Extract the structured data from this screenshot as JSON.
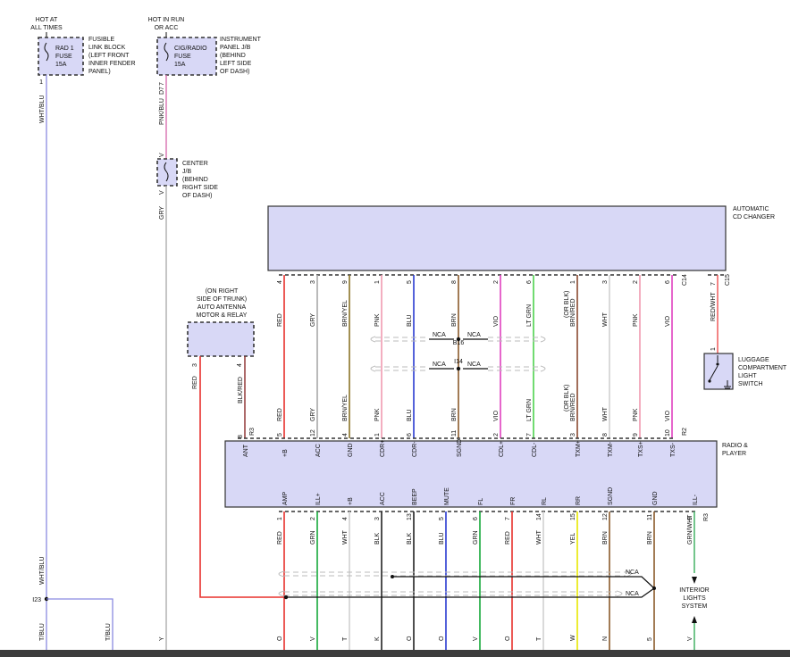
{
  "colors": {
    "box_fill": "#d8d8f6",
    "RED": "#e8302c",
    "GRY": "#a8a8a8",
    "BRN_YEL": "#8a7428",
    "PNK": "#f09ab0",
    "BLU": "#2a3bd0",
    "BRN": "#8a5a2a",
    "VIO": "#e040c0",
    "LT_GRN": "#4ed24e",
    "BRN_RED": "#8a4a30",
    "WHT": "#d0d0d0",
    "GRN": "#16a83a",
    "BLK": "#222222",
    "YEL": "#e8e800",
    "WHT_BLU": "#8a8ae0",
    "PNK_BLU": "#d870b0",
    "BLK_RED": "#8a2a2a",
    "RED_WHT": "#ee5050",
    "GRN_WHT": "#50b870"
  },
  "power": {
    "hot_at_all_times": [
      "HOT AT",
      "ALL TIMES"
    ],
    "hot_in_run": [
      "HOT IN RUN",
      "OR ACC"
    ]
  },
  "fuses": {
    "rad1": {
      "name": [
        "RAD 1",
        "FUSE",
        "15A"
      ],
      "location": [
        "FUSIBLE",
        "LINK BLOCK",
        "(LEFT FRONT",
        "INNER FENDER",
        "PANEL)"
      ],
      "pin": "1"
    },
    "cig_radio": {
      "name": [
        "CIG/RADIO",
        "FUSE",
        "15A"
      ],
      "location": [
        "INSTRUMENT",
        "PANEL J/B",
        "(BEHIND",
        "LEFT SIDE",
        "OF DASH)"
      ],
      "pin": "7",
      "connector": "D7"
    }
  },
  "center_jb": {
    "label": [
      "CENTER",
      "J/B",
      "(BEHIND",
      "RIGHT SIDE",
      "OF DASH)"
    ],
    "pin_top": "V",
    "pin_bottom": "V"
  },
  "cd_changer": {
    "label": [
      "AUTOMATIC",
      "CD CHANGER"
    ],
    "connector_main": "C14",
    "connector_side": "C15"
  },
  "antenna": {
    "label": [
      "(ON RIGHT",
      "SIDE OF TRUNK)",
      "AUTO ANTENNA",
      "MOTOR & RELAY"
    ],
    "pins": [
      "3",
      "4"
    ]
  },
  "luggage_switch": {
    "label": [
      "LUGGAGE",
      "COMPARTMENT",
      "LIGHT",
      "SWITCH"
    ],
    "pin": "1"
  },
  "radio": {
    "label": [
      "RADIO &",
      "PLAYER"
    ],
    "connector_top": "R2",
    "connector_ant": "R3",
    "connector_bottom": "R3",
    "top_terms": [
      "ANT",
      "+B",
      "ACC",
      "GND",
      "CDR+",
      "CDR-",
      "SGND",
      "CDL+",
      "CDL-",
      "TXM+",
      "TXM-",
      "TXS+",
      "TXS-"
    ],
    "bottom_terms": [
      "AMP",
      "ILL+",
      "+B",
      "ACC",
      "BEEP",
      "MUTE",
      "FL",
      "FR",
      "RL",
      "RR",
      "SGND",
      "GND",
      "ILL-"
    ]
  },
  "upper_wires": [
    {
      "color": "RED",
      "cd_pin": "4",
      "radio_pin": "5"
    },
    {
      "color": "GRY",
      "cd_pin": "3",
      "radio_pin": "12"
    },
    {
      "color": "BRN/YEL",
      "cd_pin": "9",
      "radio_pin": "4"
    },
    {
      "color": "PNK",
      "cd_pin": "1",
      "radio_pin": "1"
    },
    {
      "color": "BLU",
      "cd_pin": "5",
      "radio_pin": "6"
    },
    {
      "color": "BRN",
      "cd_pin": "8",
      "radio_pin": "11"
    },
    {
      "color": "VIO",
      "cd_pin": "2",
      "radio_pin": "2"
    },
    {
      "color": "LT GRN",
      "cd_pin": "6",
      "radio_pin": "7"
    },
    {
      "color": "BRN/RED",
      "note": "(OR BLK)",
      "cd_pin": "1",
      "radio_pin": "3"
    },
    {
      "color": "WHT",
      "cd_pin": "3",
      "radio_pin": "8"
    },
    {
      "color": "PNK",
      "cd_pin": "2",
      "radio_pin": "9"
    },
    {
      "color": "VIO",
      "cd_pin": "6",
      "radio_pin": "10"
    }
  ],
  "ant_wire": {
    "color": "BLK/RED",
    "radio_pin": "8"
  },
  "antenna_red_wire": {
    "color": "RED"
  },
  "luggage_wire": {
    "color": "RED/WHT",
    "pin": "7"
  },
  "shields": {
    "label": "NCA",
    "splices": [
      "B16",
      "I14"
    ]
  },
  "lower_wires": [
    {
      "pin": "1",
      "color": "RED"
    },
    {
      "pin": "2",
      "color": "GRN"
    },
    {
      "pin": "4",
      "color": "WHT"
    },
    {
      "pin": "3",
      "color": "BLK"
    },
    {
      "pin": "13",
      "color": "BLK"
    },
    {
      "pin": "5",
      "color": "BLU"
    },
    {
      "pin": "6",
      "color": "GRN"
    },
    {
      "pin": "7",
      "color": "RED"
    },
    {
      "pin": "14",
      "color": "WHT"
    },
    {
      "pin": "15",
      "color": "YEL"
    },
    {
      "pin": "12",
      "color": "BRN"
    },
    {
      "pin": "11",
      "color": "BRN"
    },
    {
      "pin": "9",
      "color": "GRN/WHT"
    }
  ],
  "lower_ends": [
    "O",
    "V",
    "T",
    "K",
    "O",
    "O",
    "V",
    "O",
    "T",
    "W",
    "N",
    "5",
    "V"
  ],
  "interior_lights": [
    "INTERIOR",
    "LIGHTS",
    "SYSTEM"
  ],
  "left_wires": {
    "main": "WHT/BLU",
    "main_lower": "WHT/BLU",
    "pnk": "PNK/BLU",
    "gry": "GRY",
    "splice": "I23",
    "bottom_a": "T/BLU",
    "bottom_b": "T/BLU",
    "bottom_c": "Y"
  }
}
